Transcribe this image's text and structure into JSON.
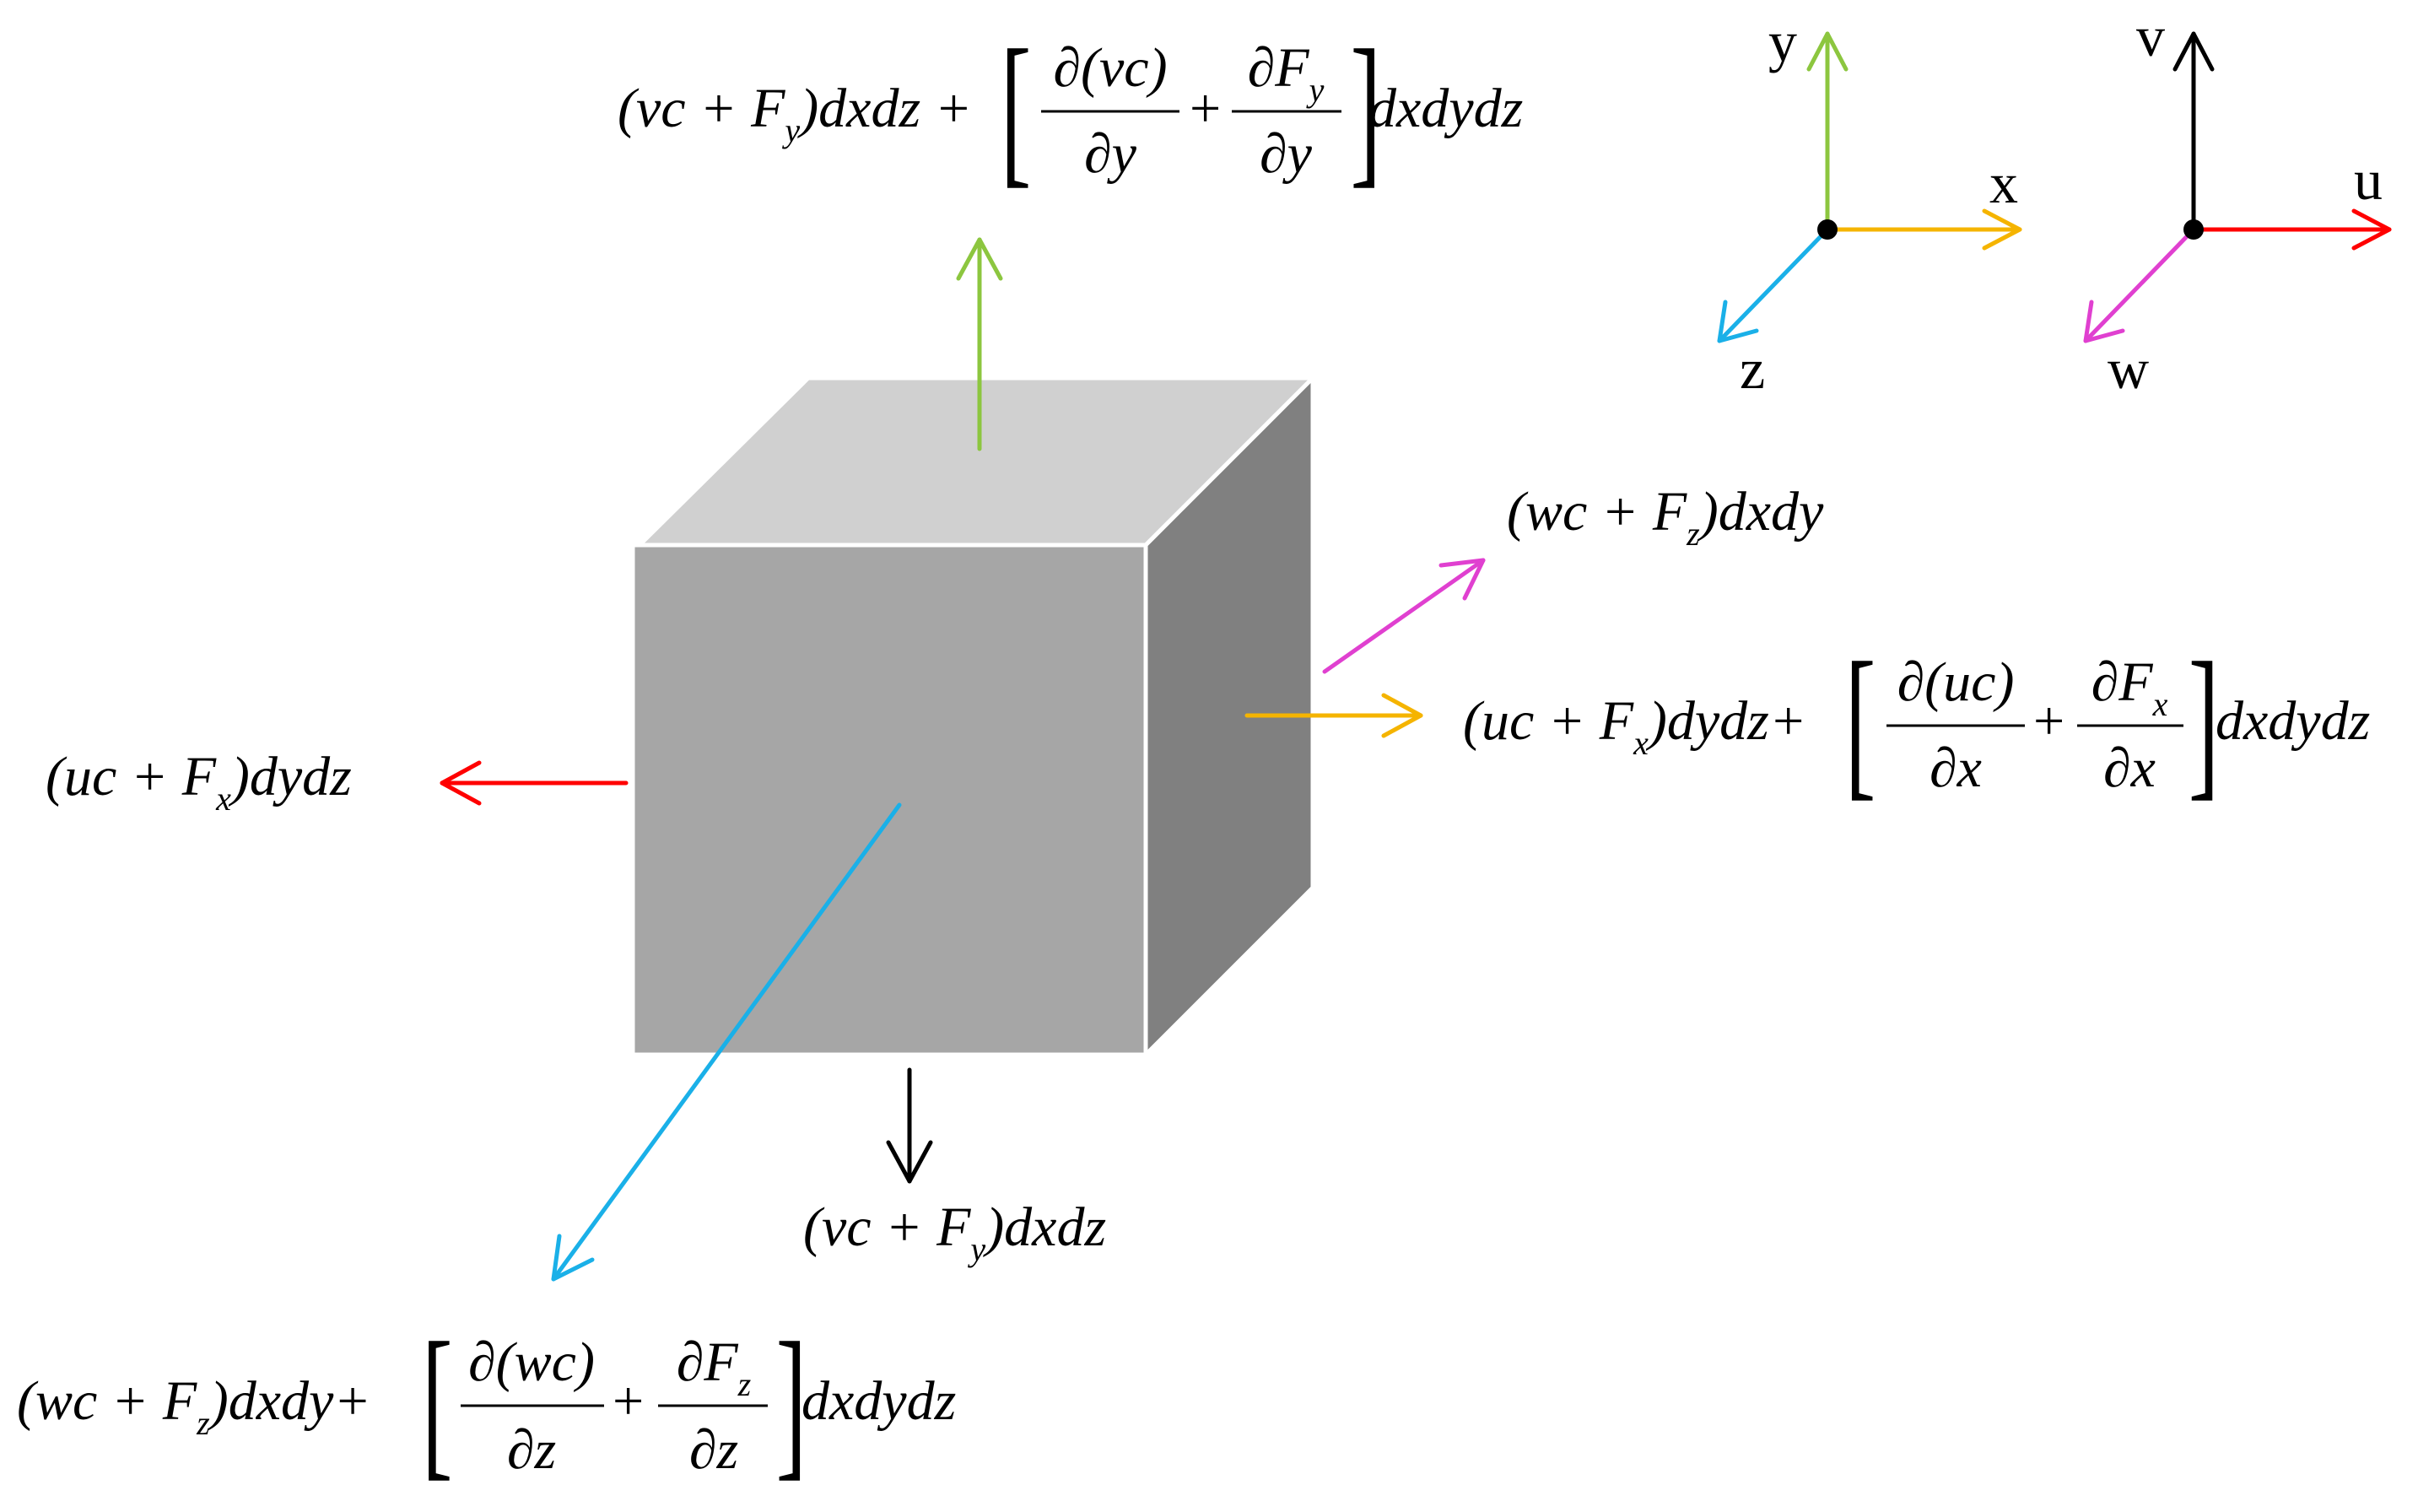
{
  "colors": {
    "y_axis": "#8cc63f",
    "x_axis": "#f5b400",
    "z_axis": "#1ab0e8",
    "v_axis": "#000000",
    "u_axis": "#ff0000",
    "w_axis": "#e040d0",
    "cube_front": "#a6a6a6",
    "cube_top": "#d0d0d0",
    "cube_side": "#808080"
  },
  "axes_xyz": {
    "y": "y",
    "x": "x",
    "z": "z"
  },
  "axes_uvw": {
    "v": "v",
    "u": "u",
    "w": "w"
  },
  "flux": {
    "top": {
      "base": "(vc + F",
      "sub": "y",
      "tail": ")dxdz +",
      "f1_num": "∂(vc)",
      "f1_den": "∂y",
      "plus": "+",
      "f2_num": "∂F",
      "f2_sub": "y",
      "f2_den": "∂y",
      "end": "dxdydz"
    },
    "bottom": {
      "base": "(vc + F",
      "sub": "y",
      "tail": ")dxdz"
    },
    "left": {
      "base": "(uc + F",
      "sub": "x",
      "tail": ")dydz"
    },
    "right_w": {
      "base": "(wc + F",
      "sub": "z",
      "tail": ")dxdy"
    },
    "right_u": {
      "base": "(uc + F",
      "sub": "x",
      "tail": ")dydz+",
      "f1_num": "∂(uc)",
      "f1_den": "∂x",
      "plus": "+",
      "f2_num": "∂F",
      "f2_sub": "x",
      "f2_den": "∂x",
      "end": "dxdydz"
    },
    "front": {
      "base": "(wc + F",
      "sub": "z",
      "tail": ")dxdy+",
      "f1_num": "∂(wc)",
      "f1_den": "∂z",
      "plus": "+",
      "f2_num": "∂F",
      "f2_sub": "z",
      "f2_den": "∂z",
      "end": "dxdydz"
    }
  }
}
